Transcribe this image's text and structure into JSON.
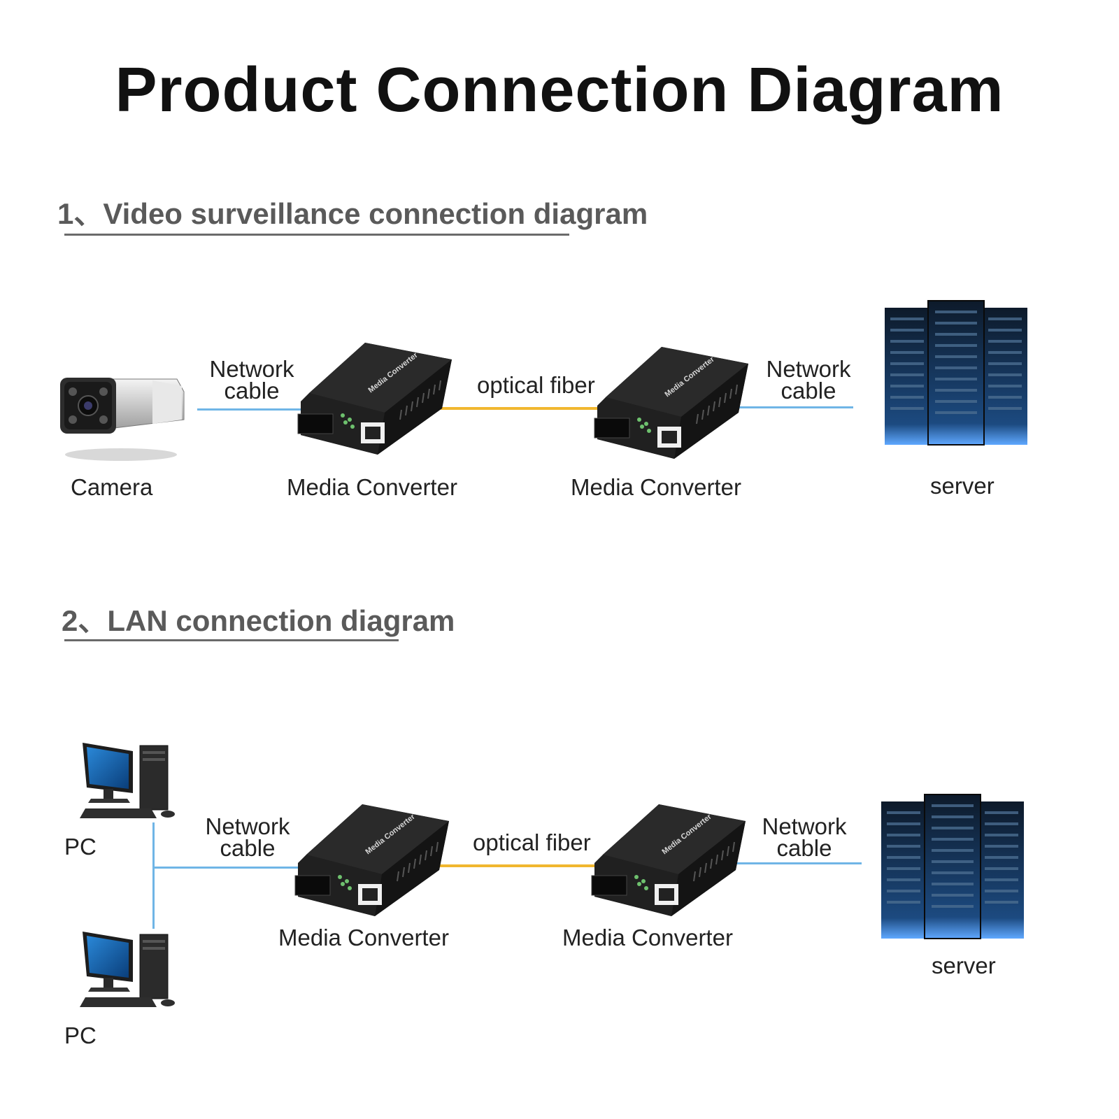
{
  "title": "Product Connection Diagram",
  "section1": {
    "heading": "1、Video surveillance connection diagram",
    "camera_label": "Camera",
    "network_cable_left": [
      "Network",
      "cable"
    ],
    "optical_fiber": "optical fiber",
    "network_cable_right": [
      "Network",
      "cable"
    ],
    "converter_left_label": "Media Converter",
    "converter_right_label": "Media Converter",
    "server_label": "server"
  },
  "section2": {
    "heading": "2、LAN connection diagram",
    "pc_top_label": "PC",
    "pc_bottom_label": "PC",
    "network_cable_left": [
      "Network",
      "cable"
    ],
    "optical_fiber": "optical fiber",
    "network_cable_right": [
      "Network",
      "cable"
    ],
    "converter_left_label": "Media Converter",
    "converter_right_label": "Media Converter",
    "server_label": "server"
  },
  "device_text": "Media Converter",
  "colors": {
    "network_cable": "#6fb5e6",
    "optical_fiber": "#f1b72f",
    "converter_body": "#1b1b1b",
    "server_glow": "#3a7fd0"
  },
  "icons": [
    "camera-icon",
    "media-converter-icon",
    "server-rack-icon",
    "pc-icon"
  ]
}
